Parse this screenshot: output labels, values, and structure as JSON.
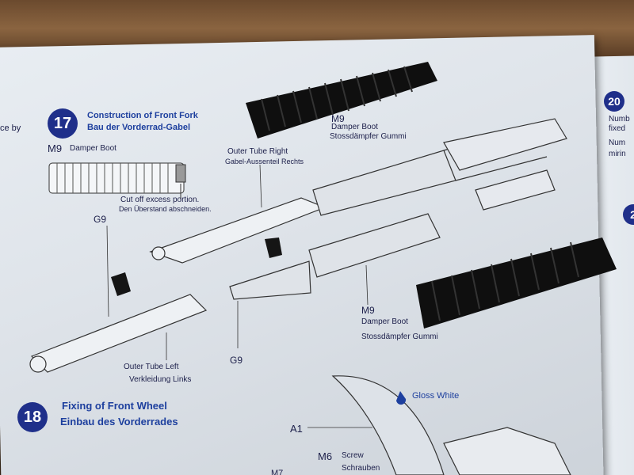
{
  "step17": {
    "number": "17",
    "title_en": "Construction of Front Fork",
    "title_de": "Bau der Vorderrad-Gabel"
  },
  "step18": {
    "number": "18",
    "title_en": "Fixing of Front Wheel",
    "title_de": "Einbau des Vorderrades"
  },
  "step20": {
    "number": "20"
  },
  "step21": {
    "number": "2"
  },
  "labels": {
    "m9_code": "M9",
    "damper_boot": "Damper Boot",
    "cut_en": "Cut off excess portion.",
    "cut_de": "Den Überstand abschneiden.",
    "outer_right_en": "Outer Tube Right",
    "outer_right_de": "Gabel-Aussenteil Rechts",
    "m9_top_code": "M9",
    "m9_top_en": "Damper Boot",
    "m9_top_de": "Stossdämpfer Gummi",
    "g9_top": "G9",
    "g9_bottom": "G9",
    "m9_bottom_code": "M9",
    "m9_bottom_en": "Damper Boot",
    "m9_bottom_de": "Stossdämpfer Gummi",
    "outer_left_en": "Outer Tube Left",
    "outer_left_de": "Verkleidung Links",
    "gloss_white": "Gloss White",
    "a1": "A1",
    "m6_code": "M6",
    "screw_en": "Screw",
    "screw_de": "Schrauben",
    "m7_partial": "M7",
    "left_edge_text": "ce by",
    "right_col_1": "Numb",
    "right_col_2": "fixed",
    "right_col_3": "Num",
    "right_col_4": "mirin"
  },
  "colors": {
    "paper": "#e3e8ee",
    "ink_blue": "#1f2f8a",
    "ink_dark": "#1c1f4a",
    "rubber": "#111111",
    "desk": "#5a3d25"
  },
  "icons": [
    "paint-drop-icon"
  ]
}
